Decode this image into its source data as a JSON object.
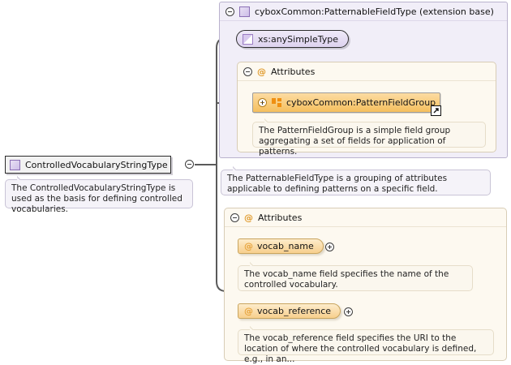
{
  "diagram": {
    "root": {
      "label": "ControlledVocabularyStringType",
      "icon": "complex-type-icon",
      "toggle": "collapse-toggle-icon",
      "note": "The ControlledVocabularyStringType is used as the basis for defining controlled vocabularies."
    },
    "extension_base": {
      "title": "cyboxCommon:PatternableFieldType (extension base)",
      "icon": "complex-type-icon",
      "toggle": "collapse-toggle-icon",
      "note": "The PatternableFieldType is a grouping of attributes applicable to defining patterns on a specific field.",
      "simple_type": {
        "label": "xs:anySimpleType",
        "icon": "simple-type-icon"
      },
      "attributes_panel": {
        "title": "Attributes",
        "at_symbol": "@",
        "toggle": "collapse-toggle-icon",
        "group": {
          "label": "cyboxCommon:PatternFieldGroup",
          "icon": "attribute-group-icon",
          "toggle": "expand-toggle-icon",
          "external_link_icon": "external-link-icon",
          "note": "The PatternFieldGroup is a simple field group aggregating a set of fields for application of patterns."
        }
      }
    },
    "attributes_panel": {
      "title": "Attributes",
      "at_symbol": "@",
      "toggle": "collapse-toggle-icon",
      "items": [
        {
          "name": "vocab_name",
          "at_symbol": "@",
          "toggle": "expand-toggle-icon",
          "note": "The vocab_name field specifies the name of the controlled vocabulary."
        },
        {
          "name": "vocab_reference",
          "at_symbol": "@",
          "toggle": "expand-toggle-icon",
          "note": "The vocab_reference field specifies the URI to the location of where the controlled vocabulary is defined, e.g., in an..."
        }
      ]
    },
    "colors": {
      "connector": "#5a5a5a",
      "purple_panel_bg": "#f1eef8",
      "purple_panel_border": "#b9b2cd",
      "orange_panel_bg": "#fdf9f0",
      "orange_panel_border": "#d8cdb6",
      "attribute_chip": "#f7cf8d",
      "group_box": "#f5bf5d",
      "note_bg": "#f5f3f9",
      "at_symbol": "#e09a2b"
    }
  }
}
